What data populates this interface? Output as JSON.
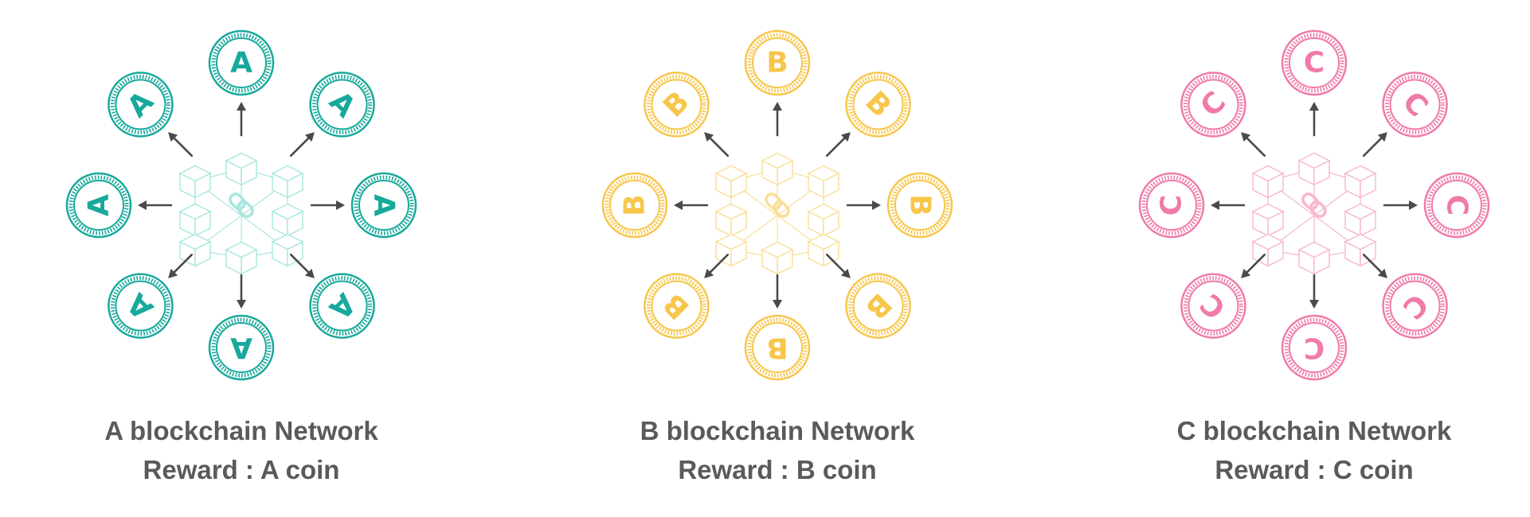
{
  "networks": [
    {
      "id": "a",
      "coin_letter": "A",
      "color": "#17a99b",
      "light_color": "#a8e6df",
      "title": "A blockchain Network",
      "reward": "Reward : A coin"
    },
    {
      "id": "b",
      "coin_letter": "B",
      "color": "#f7c64a",
      "light_color": "#f9df97",
      "title": "B blockchain Network",
      "reward": "Reward : B coin"
    },
    {
      "id": "c",
      "coin_letter": "C",
      "color": "#f07aa9",
      "light_color": "#f7b6cf",
      "title": "C blockchain Network",
      "reward": "Reward : C coin"
    }
  ],
  "arrow_color": "#4a4a4a",
  "icons": {
    "center": "blockchain-network-icon",
    "coin": "coin-icon",
    "arrow": "arrow-icon",
    "link": "chain-link-icon"
  }
}
